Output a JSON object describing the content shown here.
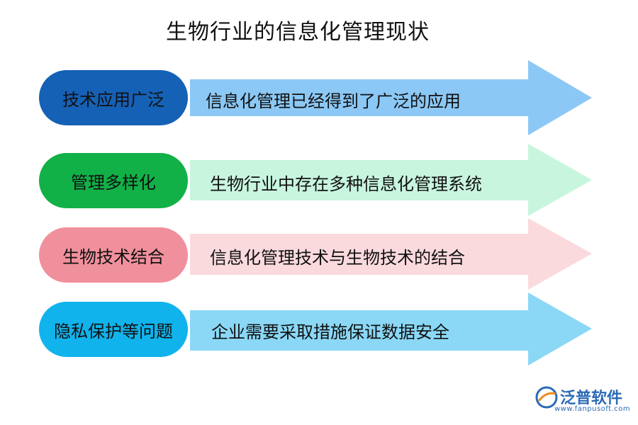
{
  "title": "生物行业的信息化管理现状",
  "rows": [
    {
      "label": "技术应用广泛",
      "text": "信息化管理已经得到了广泛的应用",
      "pill_color": "#1561b6",
      "arrow_color": "#8cc8f5"
    },
    {
      "label": "管理多样化",
      "text": "生物行业中存在多种信息化管理系统",
      "pill_color": "#12b148",
      "arrow_color": "#c8f5de"
    },
    {
      "label": "生物技术结合",
      "text": "信息化管理技术与生物技术的结合",
      "pill_color": "#f0909c",
      "arrow_color": "#fadadd"
    },
    {
      "label": "隐私保护等问题",
      "text": "企业需要采取措施保证数据安全",
      "pill_color": "#11b3ec",
      "arrow_color": "#8ad8f6"
    }
  ],
  "logo": {
    "brand": "泛普软件",
    "url": "www.fanpusoft.com"
  }
}
